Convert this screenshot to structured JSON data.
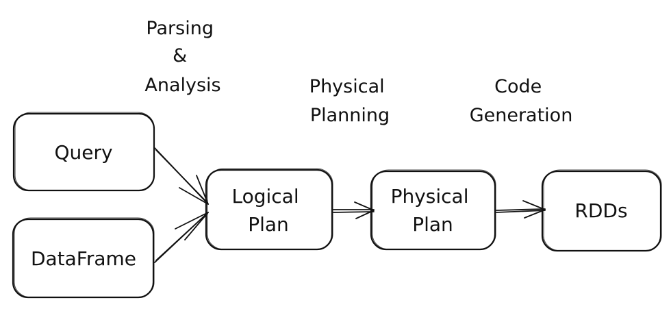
{
  "nodes": {
    "query": "Query",
    "dataframe": "DataFrame",
    "logical_plan": [
      "Logical",
      "Plan"
    ],
    "physical_plan": [
      "Physical",
      "Plan"
    ],
    "rdds": "RDDs"
  },
  "stages": {
    "parsing_analysis": [
      "Parsing",
      "&",
      "Analysis"
    ],
    "physical_planning": [
      "Physical",
      "Planning"
    ],
    "code_generation": [
      "Code",
      "Generation"
    ]
  }
}
